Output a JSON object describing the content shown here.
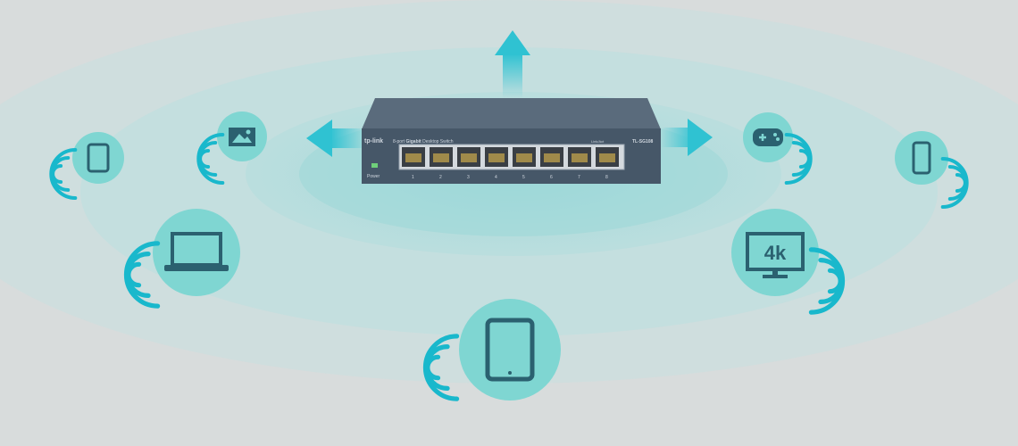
{
  "switch": {
    "brand": "tp-link",
    "description_prefix": "8-port",
    "description_bold": "Gigabit",
    "description_suffix": "Desktop Switch",
    "link_act_label": "Link/Act",
    "model": "TL-SG108",
    "power_label": "Power",
    "ports": [
      "1",
      "2",
      "3",
      "4",
      "5",
      "6",
      "7",
      "8"
    ]
  },
  "devices": [
    {
      "icon": "tablet-icon"
    },
    {
      "icon": "image-icon"
    },
    {
      "icon": "laptop-icon"
    },
    {
      "icon": "tablet-large-icon"
    },
    {
      "icon": "gamepad-icon"
    },
    {
      "icon": "smartphone-icon"
    },
    {
      "icon": "monitor-4k-icon",
      "label": "4k"
    }
  ],
  "colors": {
    "background": "#d8dcdc",
    "ring": "#8fd3d3",
    "circle": "#7fd6d2",
    "icon": "#2b6170",
    "arrow": "#2fc2d2",
    "switch_body": "#465768"
  }
}
